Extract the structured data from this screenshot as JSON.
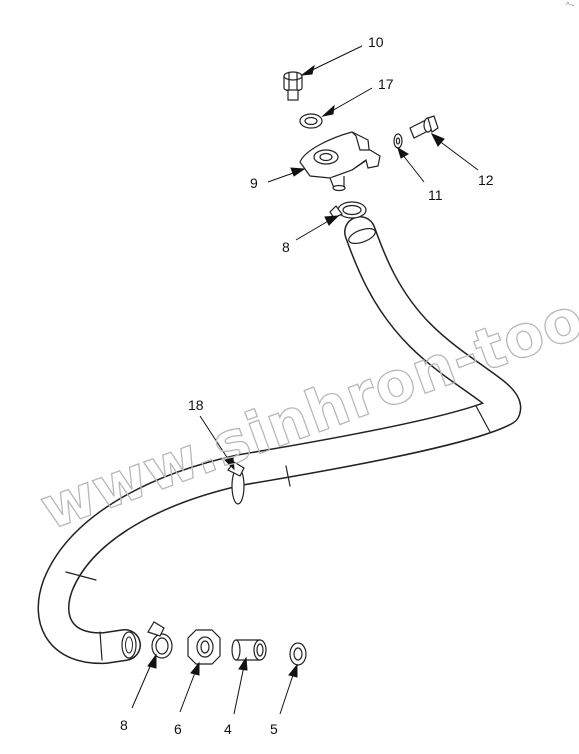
{
  "diagram": {
    "callouts": [
      "10",
      "17",
      "9",
      "12",
      "11",
      "8",
      "18",
      "8",
      "6",
      "4",
      "5"
    ],
    "watermark": "www.sinhron-too.kz",
    "corner_mark": "^~"
  }
}
